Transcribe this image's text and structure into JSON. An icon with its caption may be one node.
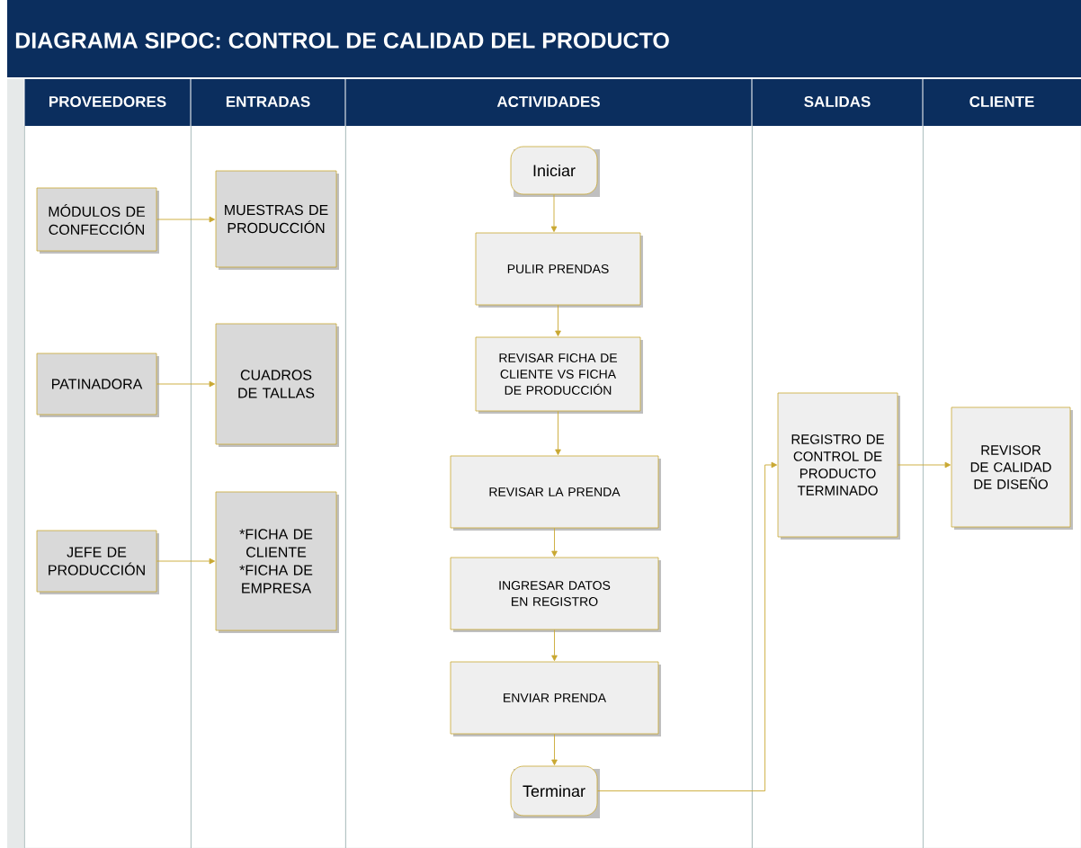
{
  "diagram": {
    "title": "DIAGRAMA SIPOC: CONTROL DE CALIDAD DEL PRODUCTO",
    "nodes": [
      {
        "text": [
          "PROVEEDORES"
        ]
      },
      {
        "text": [
          "ENTRADAS"
        ]
      },
      {
        "text": [
          "ACTIVIDADES"
        ]
      },
      {
        "text": [
          "SALIDAS"
        ]
      },
      {
        "text": [
          "CLIENTE"
        ]
      },
      {
        "text": [
          "MÓDULOS DE CONFECCIÓN"
        ],
        "in": 0
      },
      {
        "text": [
          "MUESTRAS DE PRODUCCIÓN"
        ],
        "in": 1
      },
      {
        "text": [
          "PATINADORA"
        ],
        "in": 0
      },
      {
        "text": [
          "CUADROS DE TALLAS"
        ],
        "in": 1
      },
      {
        "text": [
          "JEFE DE PRODUCCIÓN"
        ],
        "in": 0
      },
      {
        "text": [
          "*FICHA DE CLIENTE *FICHA DE EMPRESA"
        ],
        "in": 1
      },
      {
        "text": [
          "Iniciar"
        ],
        "in": 2
      },
      {
        "text": [
          "PULIR PRENDAS"
        ],
        "in": 2
      },
      {
        "text": [
          "REVISAR FICHA DE CLIENTE VS FICHA DE PRODUCCIÓN"
        ],
        "in": 2
      },
      {
        "text": [
          "REVISAR LA PRENDA"
        ],
        "in": 2
      },
      {
        "text": [
          "INGRESAR DATOS EN REGISTRO"
        ],
        "in": 2
      },
      {
        "text": [
          "ENVIAR PRENDA"
        ],
        "in": 2
      },
      {
        "text": [
          "Terminar"
        ],
        "in": 2
      },
      {
        "text": [
          "REGISTRO DE CONTROL DE PRODUCTO TERMINADO"
        ],
        "in": 3
      },
      {
        "text": [
          "REVISOR DE CALIDAD DE DISEÑO"
        ],
        "in": 4
      }
    ],
    "edges": [
      {
        "from": 5,
        "to": 6,
        "arrow": "to"
      },
      {
        "from": 7,
        "to": 8,
        "arrow": "to"
      },
      {
        "from": 9,
        "to": 10,
        "arrow": "to"
      },
      {
        "from": 11,
        "to": 12,
        "arrow": "to"
      },
      {
        "from": 12,
        "to": 13,
        "arrow": "to"
      },
      {
        "from": 13,
        "to": 14,
        "arrow": "to"
      },
      {
        "from": 14,
        "to": 15,
        "arrow": "to"
      },
      {
        "from": 15,
        "to": 16,
        "arrow": "to"
      },
      {
        "from": 16,
        "to": 17,
        "arrow": "to"
      },
      {
        "from": 17,
        "to": 18,
        "arrow": "to"
      },
      {
        "from": 18,
        "to": 19,
        "arrow": "to"
      }
    ]
  }
}
